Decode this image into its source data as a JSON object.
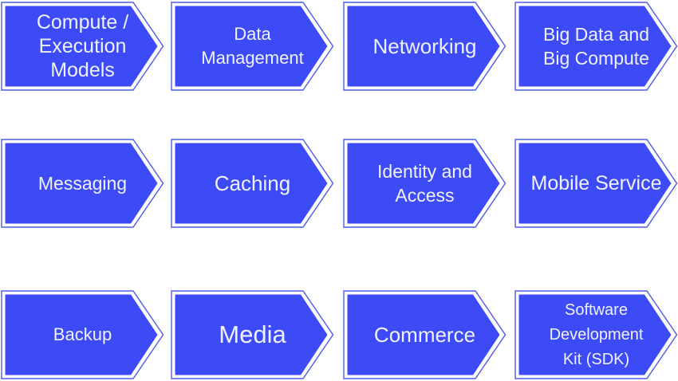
{
  "colors": {
    "fill": "#3D4BF7",
    "outline": "#4D5BE8",
    "label_text": "#EFF1FC",
    "background": "#FFFFFF"
  },
  "shapes": [
    {
      "name": "compute-execution-models",
      "lines": [
        "Compute /",
        "Execution",
        "Models"
      ]
    },
    {
      "name": "data-management",
      "lines": [
        "Data",
        "Management"
      ]
    },
    {
      "name": "networking",
      "lines": [
        "Networking"
      ]
    },
    {
      "name": "big-data-and-big-compute",
      "lines": [
        "Big Data and",
        "Big Compute"
      ]
    },
    {
      "name": "messaging",
      "lines": [
        "Messaging"
      ]
    },
    {
      "name": "caching",
      "lines": [
        "Caching"
      ]
    },
    {
      "name": "identity-and-access",
      "lines": [
        "Identity and",
        "Access"
      ]
    },
    {
      "name": "mobile-service",
      "lines": [
        "Mobile Service"
      ]
    },
    {
      "name": "backup",
      "lines": [
        "Backup"
      ]
    },
    {
      "name": "media",
      "lines": [
        "Media"
      ]
    },
    {
      "name": "commerce",
      "lines": [
        "Commerce"
      ]
    },
    {
      "name": "software-development-kit",
      "lines": [
        "Software",
        "Development",
        "Kit (SDK)"
      ]
    }
  ]
}
